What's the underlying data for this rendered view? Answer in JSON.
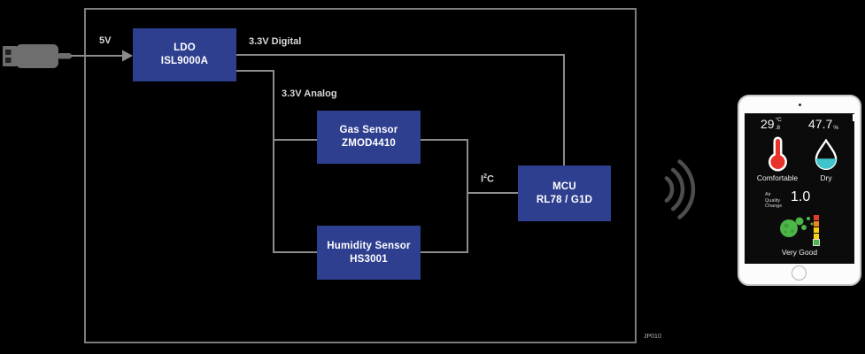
{
  "colors": {
    "block_blue": "#2e3f90",
    "wire_gray": "#8c8c8c",
    "border_gray": "#7d7d7d",
    "signal_gray": "#4d4d4d",
    "thermometer_red": "#e8332a",
    "drop_teal": "#3fc4cc",
    "bubble_green": "#4cb648",
    "aqi_scale": [
      "#e23a2e",
      "#f58220",
      "#f7d117",
      "#f7d117",
      "#4cb648"
    ]
  },
  "diagram": {
    "labels": {
      "supply": "5V",
      "digital_rail": "3.3V Digital",
      "analog_rail": "3.3V Analog",
      "i2c_pre": "I",
      "i2c_sup": "2",
      "i2c_post": "C",
      "corner_ref": "JP010"
    },
    "blocks": {
      "ldo": {
        "title": "LDO",
        "part": "ISL9000A"
      },
      "gas_sensor": {
        "title": "Gas Sensor",
        "part": "ZMOD4410"
      },
      "humidity_sensor": {
        "title": "Humidity Sensor",
        "part": "HS3001"
      },
      "mcu": {
        "title": "MCU",
        "part": "RL78 / G1D"
      }
    },
    "icons": [
      "usb-plug-icon",
      "wireless-signal-icon"
    ]
  },
  "tablet": {
    "readings": {
      "temperature_value": "29",
      "temperature_unit": "°C",
      "temperature_decimal": ".8",
      "temperature_status": "Comfortable",
      "humidity_value": "47.7",
      "humidity_unit": "%",
      "humidity_status": "Dry"
    },
    "air_quality": {
      "label_line1": "Air",
      "label_line2": "Quality",
      "label_line3": "Change",
      "value": "1.0",
      "rating": "Very Good"
    },
    "icons": [
      "thermometer-icon",
      "water-drop-icon",
      "bubbles-icon",
      "aqi-scale-icon"
    ]
  }
}
